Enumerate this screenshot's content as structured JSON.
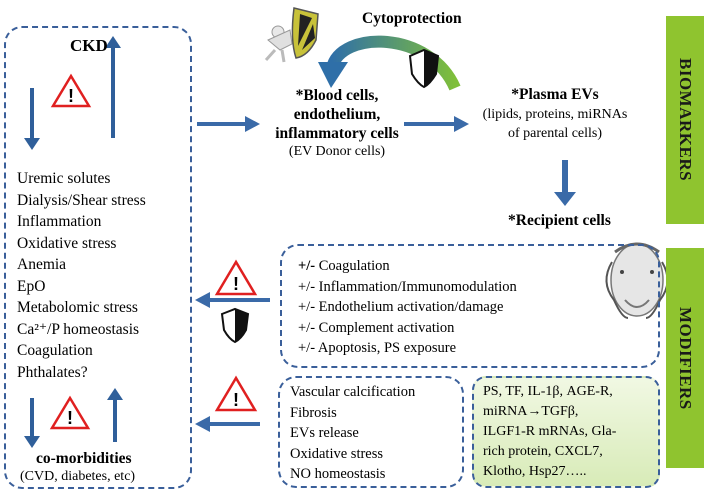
{
  "ckd": {
    "title": "CKD",
    "factors": [
      "Uremic solutes",
      "Dialysis/Shear stress",
      "Inflammation",
      "Oxidative stress",
      "Anemia",
      "EpO",
      "Metabolomic stress",
      "Ca²⁺/P homeostasis",
      "Coagulation",
      "Phthalates?"
    ],
    "comorbidities_title": "co-morbidities",
    "comorbidities_sub": "(CVD, diabetes, etc)"
  },
  "cytoprotection": "Cytoprotection",
  "donor": {
    "line1": "*Blood cells,",
    "line2": "endothelium,",
    "line3": "inflammatory cells",
    "sub": "(EV Donor cells)"
  },
  "plasma": {
    "title": "*Plasma EVs",
    "line1": "(lipids, proteins, miRNAs",
    "line2": "of parental cells)"
  },
  "recipient": "*Recipient cells",
  "effects": [
    {
      "sign": "+/-",
      "text": "Coagulation"
    },
    {
      "sign": "+/-",
      "text": "Inflammation/Immunomodulation"
    },
    {
      "sign": "+/-",
      "text": "Endothelium activation/damage"
    },
    {
      "sign": "+/-",
      "text": " Complement activation"
    },
    {
      "sign": "+/-",
      "text": " Apoptosis, PS exposure"
    }
  ],
  "outcomes": [
    "Vascular calcification",
    "Fibrosis",
    "EVs release",
    "Oxidative stress",
    "NO homeostasis"
  ],
  "modifier_molecules": [
    "PS, TF, IL-1β, AGE-R,",
    "miRNA→TGFβ,",
    "ILGF1-R mRNAs, Gla-",
    "rich protein, CXCL7,",
    "Klotho, Hsp27….."
  ],
  "labels": {
    "biomarkers": "BIOMARKERS",
    "modifiers": "MODIFIERS"
  },
  "colors": {
    "arrow": "#3a6aa8",
    "green": "#8fc42f",
    "dash": "#3a5f9a",
    "warn": "#e02020",
    "curve": "#7fb83a"
  }
}
